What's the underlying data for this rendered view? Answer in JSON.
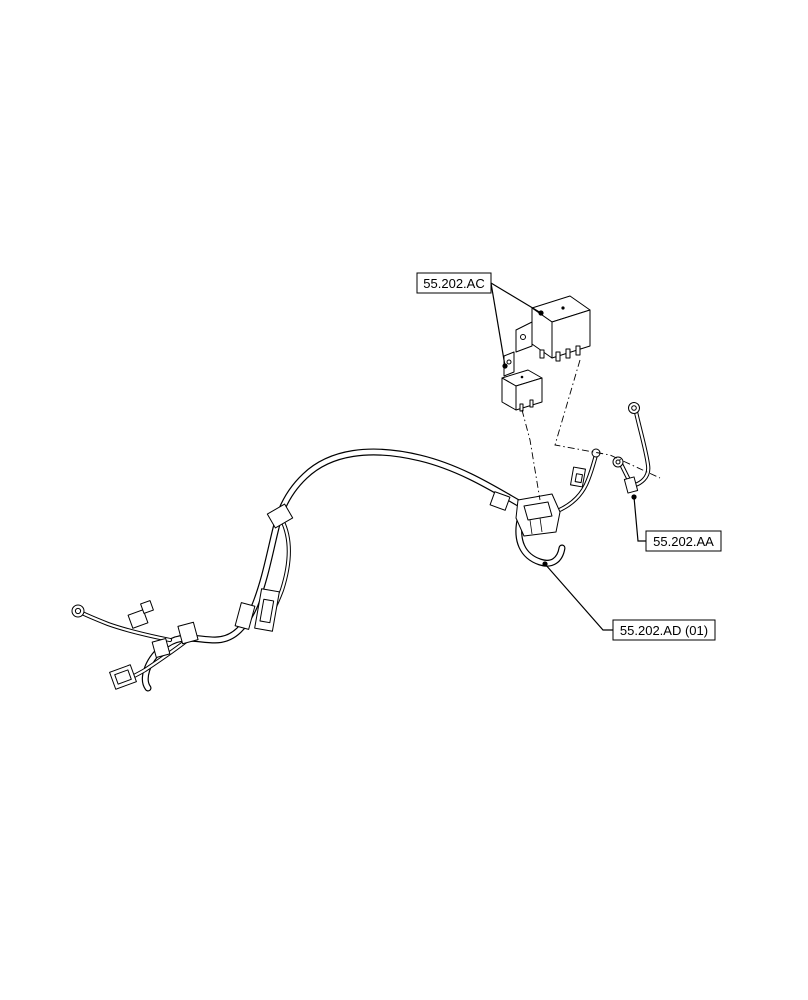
{
  "callouts": {
    "relay": "55.202.AC",
    "battery_cable": "55.202.AA",
    "harness": "55.202.AD (01)"
  }
}
